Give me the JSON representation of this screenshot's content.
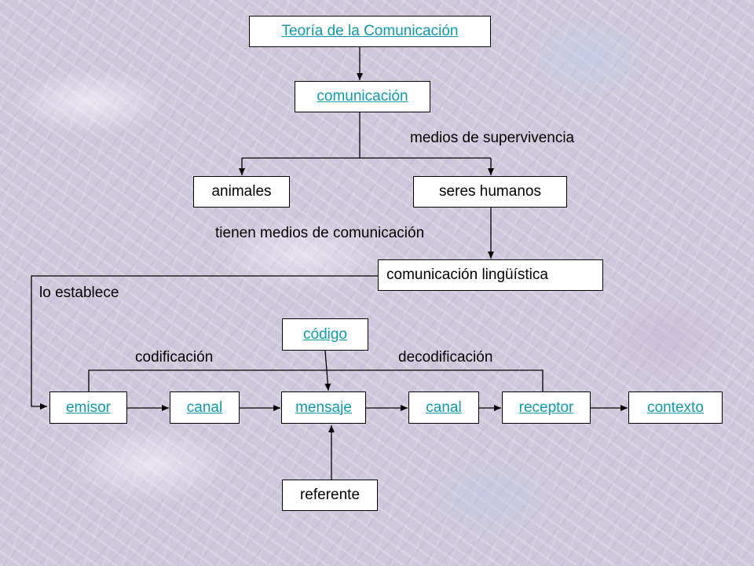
{
  "colors": {
    "link": "#0f9aa8",
    "line": "#000000",
    "box": "#ffffff"
  },
  "nodes": {
    "teoria": "Teoría de la Comunicación",
    "comunicacion": "comunicación",
    "animales": "animales",
    "seres_humanos": "seres humanos",
    "comunicacion_linguistica": "comunicación lingüística",
    "codigo": "código",
    "emisor": "emisor",
    "canal_1": "canal",
    "mensaje": "mensaje",
    "canal_2": "canal",
    "receptor": "receptor",
    "contexto": "contexto",
    "referente": "referente"
  },
  "labels": {
    "medios_supervivencia": "medios de supervivencia",
    "tienen_medios": "tienen medios de comunicación",
    "lo_establece": "lo establece",
    "codificacion": "codificación",
    "decodificacion": "decodificación"
  }
}
